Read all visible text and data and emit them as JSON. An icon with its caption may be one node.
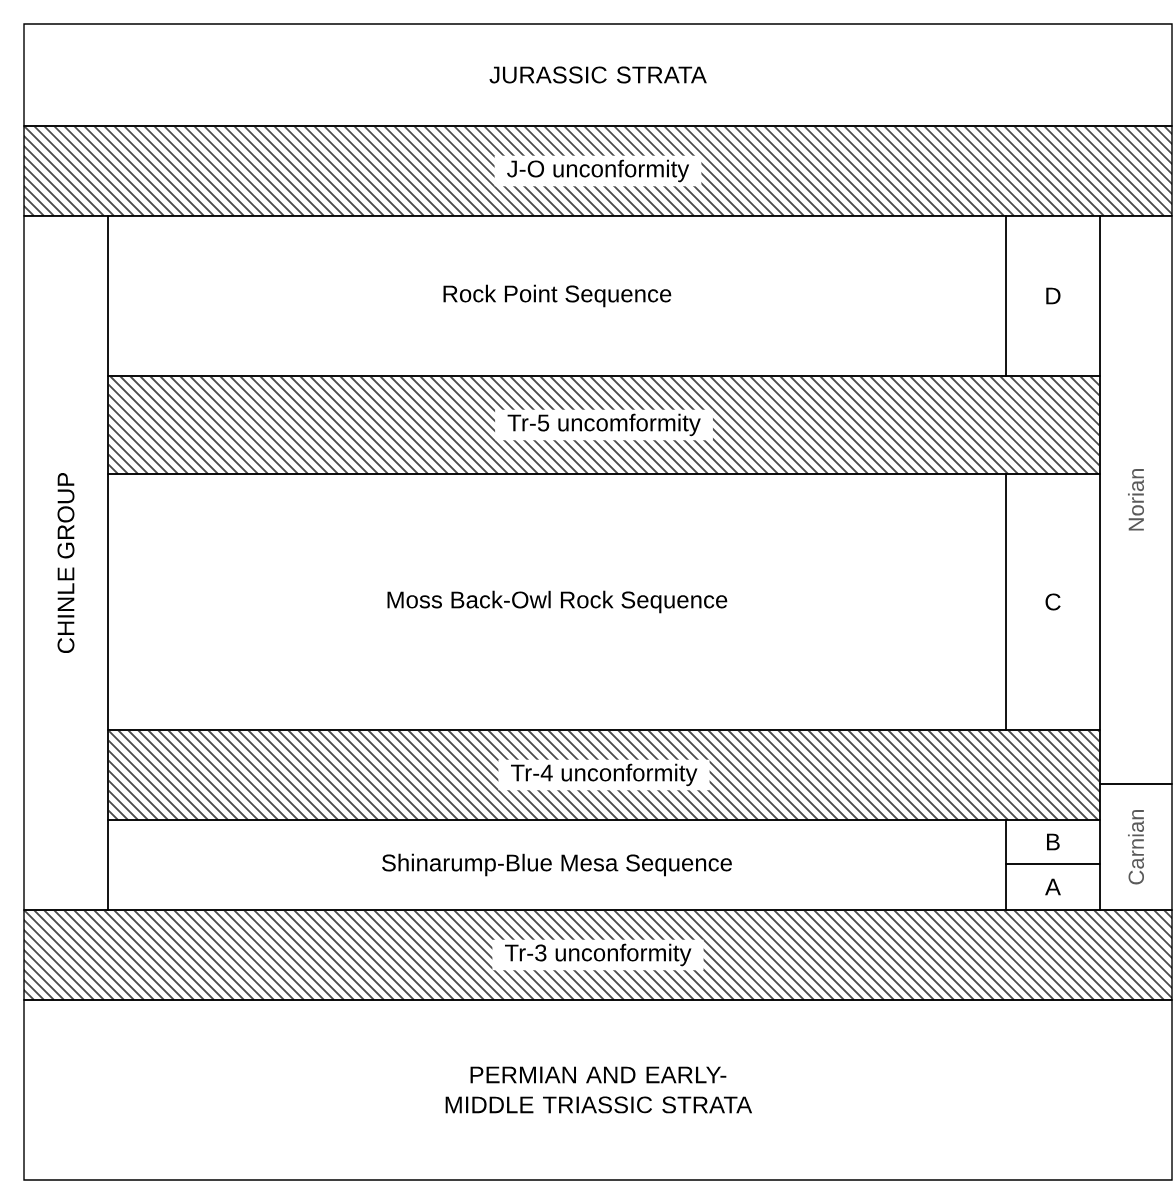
{
  "diagram": {
    "nodes": [
      {
        "text": [
          "JURASSIC STRATA"
        ]
      },
      {
        "text": [
          "J-O unconformity"
        ]
      },
      {
        "text": [
          "CHINLE GROUP"
        ]
      },
      {
        "text": [
          "Rock Point Sequence"
        ]
      },
      {
        "text": [
          "D"
        ]
      },
      {
        "text": [
          "Norian"
        ]
      },
      {
        "text": [
          "Tr-5 uncomformity"
        ]
      },
      {
        "text": [
          "Moss Back-Owl Rock Sequence"
        ]
      },
      {
        "text": [
          "C"
        ]
      },
      {
        "text": [
          "Tr-4 unconformity"
        ]
      },
      {
        "text": [
          "Carnian"
        ]
      },
      {
        "text": [
          "Shinarump-Blue Mesa Sequence"
        ]
      },
      {
        "text": [
          "B"
        ]
      },
      {
        "text": [
          "A"
        ]
      },
      {
        "text": [
          "Tr-3 unconformity"
        ]
      },
      {
        "text": [
          "PERMIAN AND EARLY-MIDDLE TRIASSIC STRATA"
        ]
      }
    ]
  }
}
